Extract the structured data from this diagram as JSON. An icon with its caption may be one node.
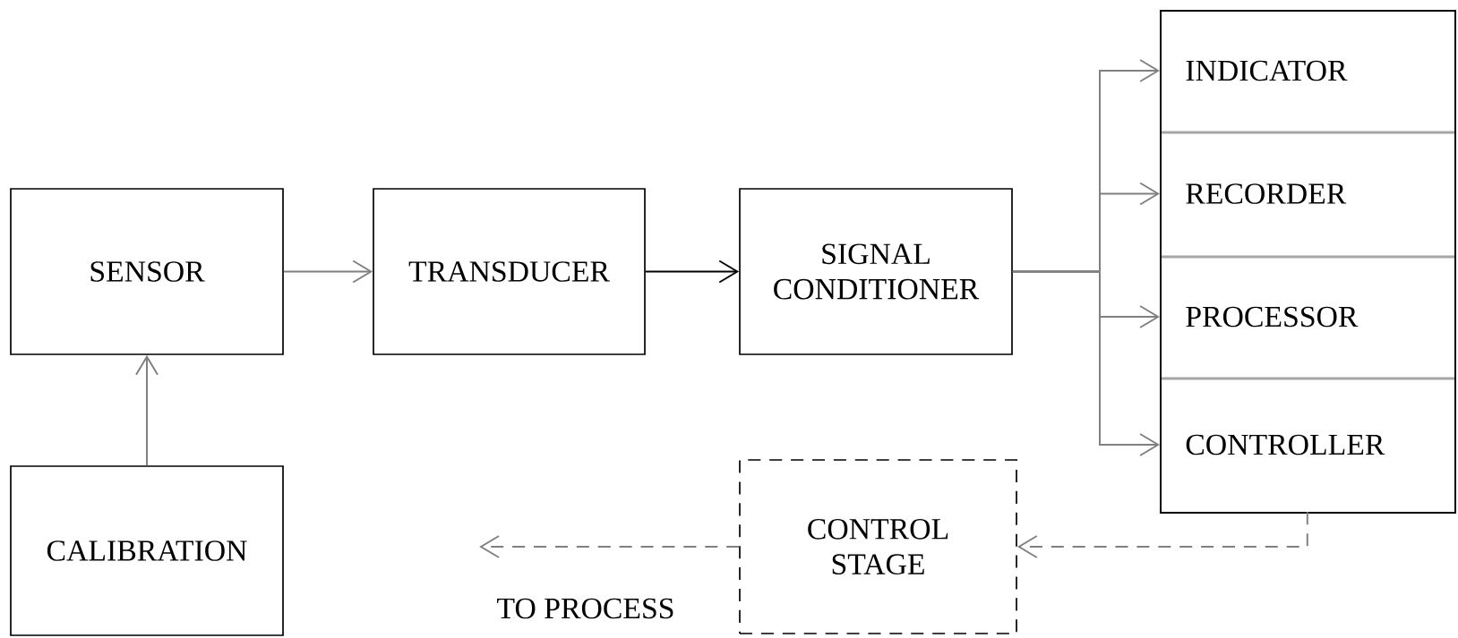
{
  "diagram": {
    "nodes": [
      {
        "text": [
          "SENSOR"
        ]
      },
      {
        "text": [
          "TRANSDUCER"
        ]
      },
      {
        "text": [
          "SIGNAL CONDITIONER"
        ]
      },
      {
        "text": [],
        "shape": "box"
      },
      {
        "text": [
          "INDICATOR"
        ],
        "in": 3
      },
      {
        "text": [
          "RECORDER"
        ],
        "in": 3
      },
      {
        "text": [
          "PROCESSOR"
        ],
        "in": 3
      },
      {
        "text": [
          "CONTROLLER"
        ],
        "in": 3
      },
      {
        "text": [
          "CALIBRATION"
        ]
      },
      {
        "text": [
          "CONTROL STAGE"
        ]
      }
    ],
    "edges": [
      {
        "from": 0,
        "to": 1,
        "arrow": "to",
        "color": "#808080"
      },
      {
        "from": 1,
        "to": 2,
        "arrow": "to",
        "color": "#000000"
      },
      {
        "from": 2,
        "to": 4,
        "arrow": "to",
        "color": "#808080"
      },
      {
        "from": 2,
        "to": 5,
        "arrow": "to",
        "color": "#808080"
      },
      {
        "from": 2,
        "to": 6,
        "arrow": "to",
        "color": "#808080"
      },
      {
        "from": 2,
        "to": 7,
        "arrow": "to",
        "color": "#808080"
      },
      {
        "from": 8,
        "to": 0,
        "arrow": "to",
        "color": "#808080"
      },
      {
        "from": 7,
        "to": 9,
        "arrow": "to",
        "style": "dashed",
        "color": "#808080"
      },
      {
        "from": 9,
        "to": null,
        "arrow": "to",
        "style": "dashed",
        "color": "#808080"
      }
    ],
    "labels": [
      "TO PROCESS"
    ]
  }
}
